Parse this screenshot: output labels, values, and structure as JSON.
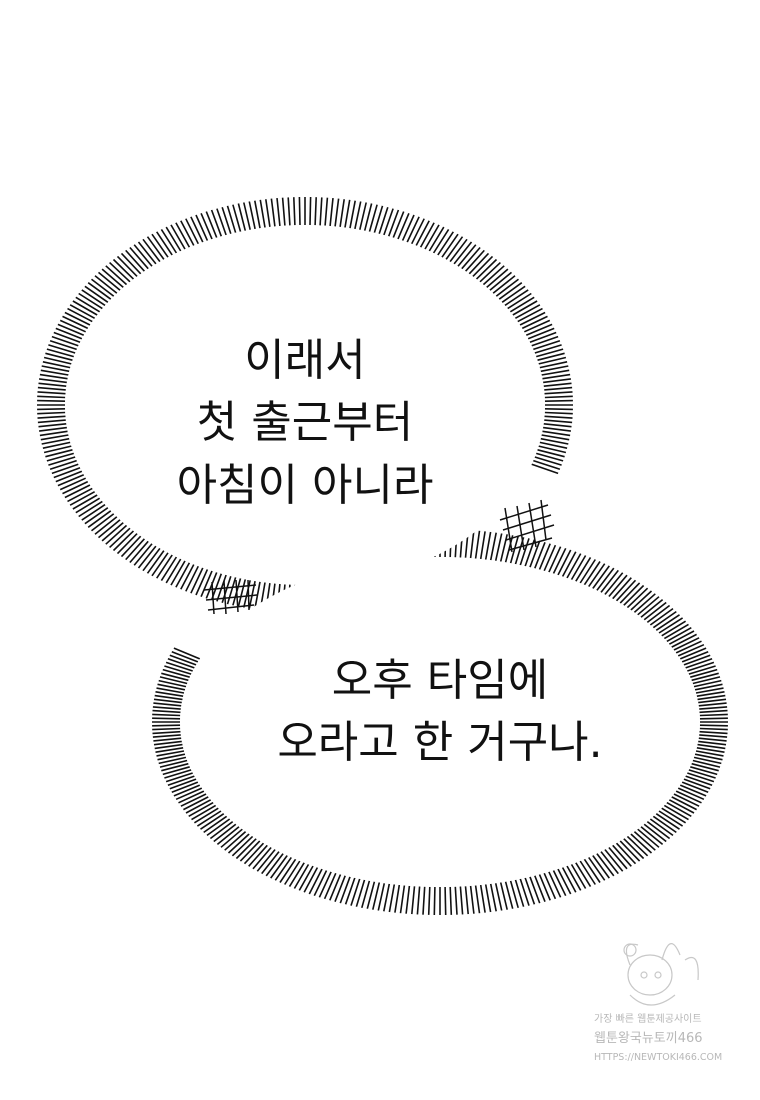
{
  "bubble_top": {
    "lines": [
      "이래서",
      "첫 출근부터",
      "아침이 아니라"
    ]
  },
  "bubble_bottom": {
    "lines": [
      "오후 타임에",
      "오라고 한 거구나."
    ]
  },
  "watermark": {
    "lines": [
      "가장 빠른 웹툰제공사이트",
      "웹툰왕국뉴토끼466",
      "HTTPS://NEWTOKI466.COM"
    ],
    "image": "mascot-character"
  },
  "colors": {
    "background": "#ffffff",
    "ink": "#111111",
    "watermark": "#b8b8b8"
  }
}
